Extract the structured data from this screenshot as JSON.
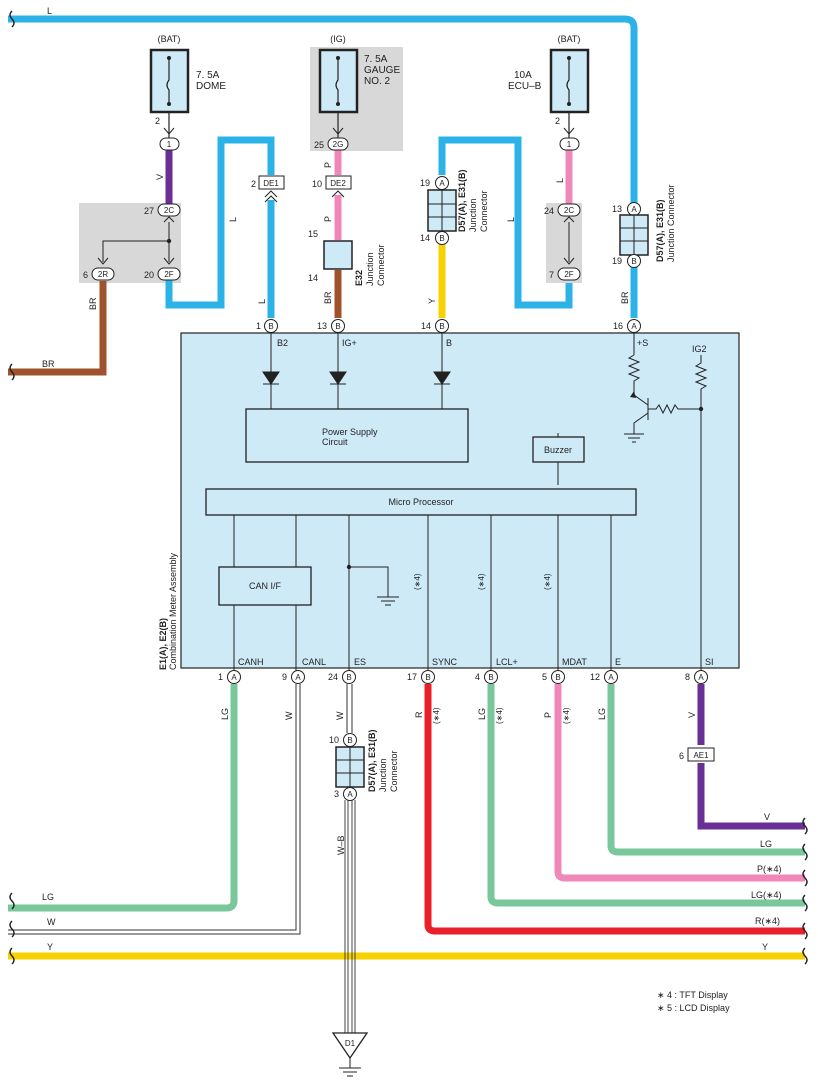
{
  "wires": {
    "top_l": "L",
    "br_left": "BR",
    "lg": "LG",
    "w": "W",
    "y": "Y",
    "v_right": "V",
    "lg_right": "LG",
    "p4": "P(∗4)",
    "lg4": "LG(∗4)",
    "r4": "R(∗4)",
    "y_right": "Y",
    "v1": "V",
    "l1": "L",
    "l2": "L",
    "p1": "P",
    "br1": "BR",
    "y1": "Y",
    "l3": "L",
    "p2": "P",
    "l4": "L",
    "br2": "BR",
    "lg_v": "LG",
    "w_v": "W",
    "w_v2": "W",
    "r_v": "R",
    "r_v4": "(∗4)",
    "lg_v2": "LG",
    "lg_v4": "(∗4)",
    "p_v": "P",
    "p_v4": "(∗4)",
    "lg_v3": "LG",
    "v_v": "V",
    "wb": "W–B"
  },
  "fuses": [
    {
      "src": "(BAT)",
      "line1": "7. 5A",
      "line2": "DOME"
    },
    {
      "src": "(IG)",
      "line1": "7. 5A",
      "line2": "GAUGE",
      "line3": "NO. 2"
    },
    {
      "src": "(BAT)",
      "line1": "10A",
      "line2": "ECU–B"
    }
  ],
  "pins": {
    "f1_2": "2",
    "c1": "1",
    "c2c_27": "27",
    "c2c": "2C",
    "c2r_6": "6",
    "c2r": "2R",
    "c2f_20": "20",
    "c2f": "2F",
    "de1_2": "2",
    "de1": "DE1",
    "b1_1": "1",
    "b1": "B",
    "g2g_25": "25",
    "g2g": "2G",
    "de2_10": "10",
    "de2": "DE2",
    "e32_15": "15",
    "e32_14": "14",
    "b13_13": "13",
    "b13": "B",
    "jc1_19": "19",
    "jc1_a": "A",
    "jc1_14": "14",
    "jc1_b": "B",
    "b14_14": "14",
    "b14": "B",
    "f3_2": "2",
    "c3": "1",
    "c3_2c_24": "24",
    "c3_2c": "2C",
    "c3_2f_7": "7",
    "c3_2f": "2F",
    "jc2_13": "13",
    "jc2_a": "A",
    "jc2_19": "19",
    "jc2_b": "B",
    "a16_16": "16",
    "a16": "A",
    "p1": "1",
    "pa1": "A",
    "p9": "9",
    "pa9": "A",
    "p24": "24",
    "pb24": "B",
    "p17": "17",
    "pb17": "B",
    "p4": "4",
    "pb4": "B",
    "p5": "5",
    "pb5": "B",
    "p12": "12",
    "pa12": "A",
    "p8": "8",
    "pa8": "A",
    "jc3_10": "10",
    "jc3_b": "B",
    "jc3_3": "3",
    "jc3_a": "A",
    "ae1_6": "6",
    "ae1": "AE1",
    "d1": "D1"
  },
  "connectors": {
    "e32_1": "E32",
    "e32_2": "Junction",
    "e32_3": "Connector",
    "jc1_1": "D57(A), E31(B)",
    "jc1_2": "Junction",
    "jc1_3": "Connector",
    "jc2_1": "D57(A), E31(B)",
    "jc2_2": "Junction Connector",
    "jc3_1": "D57(A), E31(B)",
    "jc3_2": "Junction",
    "jc3_3": "Connector"
  },
  "meter": {
    "id": "E1(A), E2(B)",
    "name": "Combination Meter Assembly",
    "top_b2": "B2",
    "top_igp": "IG+",
    "top_b": "B",
    "top_ps": "+S",
    "top_ig2": "IG2",
    "psu_1": "Power Supply",
    "psu_2": "Circuit",
    "buzzer": "Buzzer",
    "micro": "Micro Processor",
    "can": "CAN I/F",
    "n_sync": "(∗4)",
    "n_lcl": "(∗4)",
    "n_mdat": "(∗4)",
    "b_canh": "CANH",
    "b_canl": "CANL",
    "b_es": "ES",
    "b_sync": "SYNC",
    "b_lcl": "LCL+",
    "b_mdat": "MDAT",
    "b_e": "E",
    "b_si": "SI"
  },
  "notes": {
    "n4": "∗ 4 : TFT Display",
    "n5": "∗ 5 : LCD Display"
  },
  "colors": {
    "L": "#2bb3e8",
    "V": "#6a2f94",
    "BR": "#a0522d",
    "P": "#ef88b8",
    "Y": "#f7d200",
    "LG": "#79c79a",
    "R": "#e8202a",
    "meter_fill": "#cfeaf7",
    "shade": "#d8d8d8"
  }
}
